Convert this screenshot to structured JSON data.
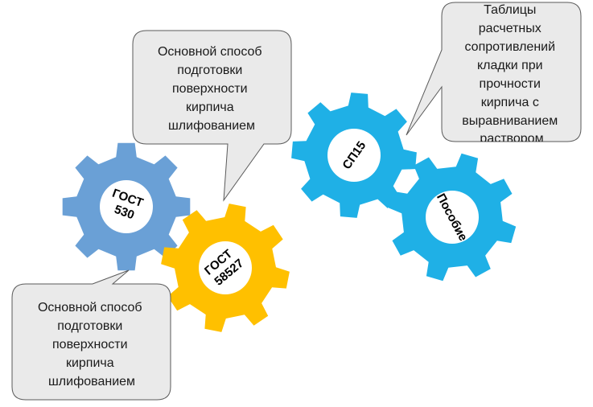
{
  "gears": [
    {
      "id": "gost530",
      "label_lines": [
        "ГОСТ",
        "530"
      ],
      "color": "#6aa0d6"
    },
    {
      "id": "gost58527",
      "label_lines": [
        "ГОСТ",
        "58527"
      ],
      "color": "#ffc000"
    },
    {
      "id": "sp15",
      "label_lines": [
        "СП15"
      ],
      "color": "#1fb0e6"
    },
    {
      "id": "posobie",
      "label_lines": [
        "Пособие"
      ],
      "color": "#1fb0e6"
    }
  ],
  "callouts": {
    "top": {
      "lines": [
        "Основной способ",
        "подготовки",
        "поверхности",
        "кирпича",
        "шлифованием"
      ]
    },
    "bottom_left": {
      "lines": [
        "Основной способ",
        "подготовки",
        "поверхности",
        "кирпича",
        "шлифованием"
      ]
    },
    "top_right": {
      "lines": [
        "Таблицы",
        "расчетных",
        "сопротивлений",
        "кладки при",
        "прочности",
        "кирпича с",
        "выравниванием",
        "раствором"
      ]
    }
  },
  "colors": {
    "callout_fill": "#eaeaea",
    "callout_stroke": "#5a5a5a",
    "gear_center": "#ffffff"
  }
}
